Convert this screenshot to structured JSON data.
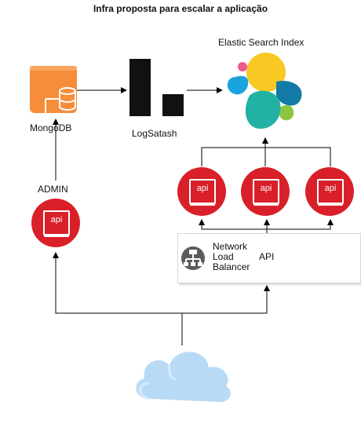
{
  "title": "Infra proposta para escalar a aplicação",
  "nodes": {
    "mongodb": {
      "label": "MongoDB"
    },
    "logstash": {
      "label": "LogSatash"
    },
    "elastic": {
      "label": "Elastic Search Index"
    },
    "admin": {
      "label": "ADMIN",
      "icon_text": "api"
    },
    "api_1": {
      "icon_text": "api"
    },
    "api_2": {
      "icon_text": "api"
    },
    "api_3": {
      "icon_text": "api"
    },
    "nlb": {
      "line1": "Network",
      "line2": "Load",
      "line3": "Balancer"
    },
    "api_group": {
      "label": "API"
    }
  },
  "colors": {
    "api_red": "#d92029",
    "mongo_orange": "#f68d3a",
    "cloud_blue": "#b9daf5",
    "edge": "#000000"
  },
  "icons": [
    "mongodb-icon",
    "logstash-icon",
    "elastic-search-icon",
    "load-balancer-icon",
    "cloud-icon",
    "api-icon"
  ]
}
